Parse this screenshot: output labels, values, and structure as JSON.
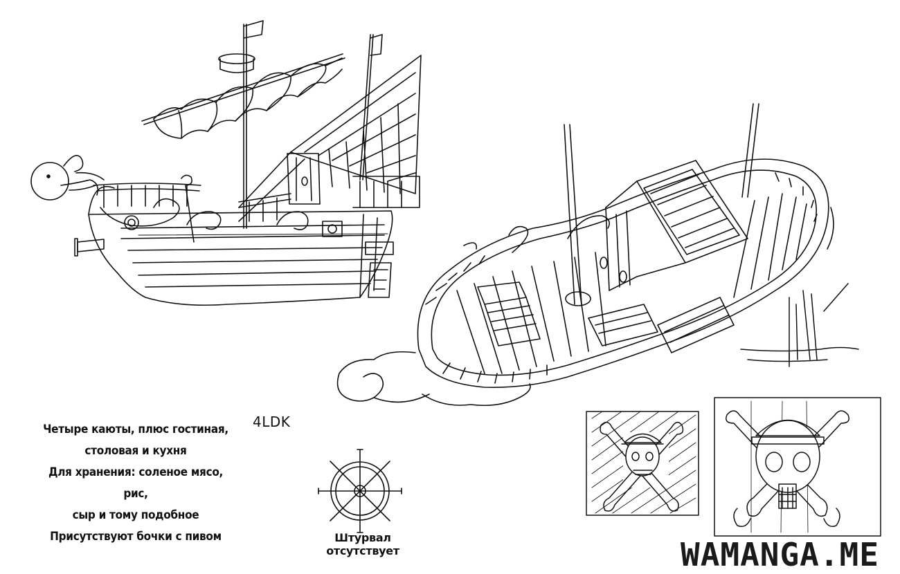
{
  "label_4ldk": "4LDK",
  "notes": [
    "Четыре каюты, плюс гостиная,",
    "столовая и кухня",
    "Для хранения: соленое мясо, рис,",
    "сыр и тому подобное",
    "Присутствуют бочки с пивом"
  ],
  "wheel_caption": "Штурвал отсутствует",
  "watermark": "WAMANGA.ME",
  "ink_color": "#111111",
  "paper_color": "#ffffff"
}
